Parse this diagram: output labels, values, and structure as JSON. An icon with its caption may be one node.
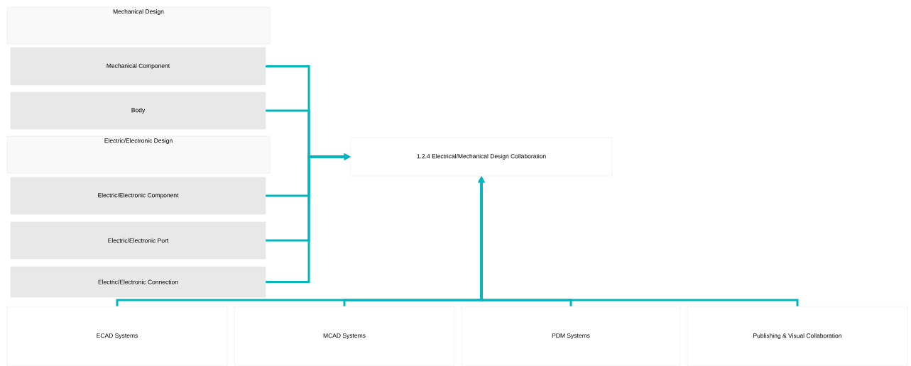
{
  "diagram": {
    "nodes": [
      {
        "text": [
          "Mechanical Design"
        ]
      },
      {
        "text": [
          "Mechanical Component"
        ]
      },
      {
        "text": [
          "Body"
        ]
      },
      {
        "text": [
          "Electric/Electronic Design"
        ]
      },
      {
        "text": [
          "Electric/Electronic Component"
        ]
      },
      {
        "text": [
          "Electric/Electronic Port"
        ]
      },
      {
        "text": [
          "Electric/Electronic Connection"
        ]
      },
      {
        "text": [
          "1.2.4 Electrical/Mechanical Design Collaboration"
        ]
      },
      {
        "text": [
          "ECAD Systems"
        ]
      },
      {
        "text": [
          "MCAD Systems"
        ]
      },
      {
        "text": [
          "PDM Systems"
        ]
      },
      {
        "text": [
          "Publishing & Visual Collaboration"
        ]
      }
    ],
    "edges": [
      {
        "from": 1,
        "to": 7,
        "arrow": "to"
      },
      {
        "from": 2,
        "to": 7,
        "arrow": "to"
      },
      {
        "from": 4,
        "to": 7,
        "arrow": "to"
      },
      {
        "from": 5,
        "to": 7,
        "arrow": "to"
      },
      {
        "from": 6,
        "to": 7,
        "arrow": "to"
      },
      {
        "from": 8,
        "to": 7,
        "arrow": "to"
      },
      {
        "from": 9,
        "to": 7,
        "arrow": "to"
      },
      {
        "from": 10,
        "to": 7,
        "arrow": "to"
      },
      {
        "from": 11,
        "to": 7,
        "arrow": "to"
      }
    ]
  }
}
